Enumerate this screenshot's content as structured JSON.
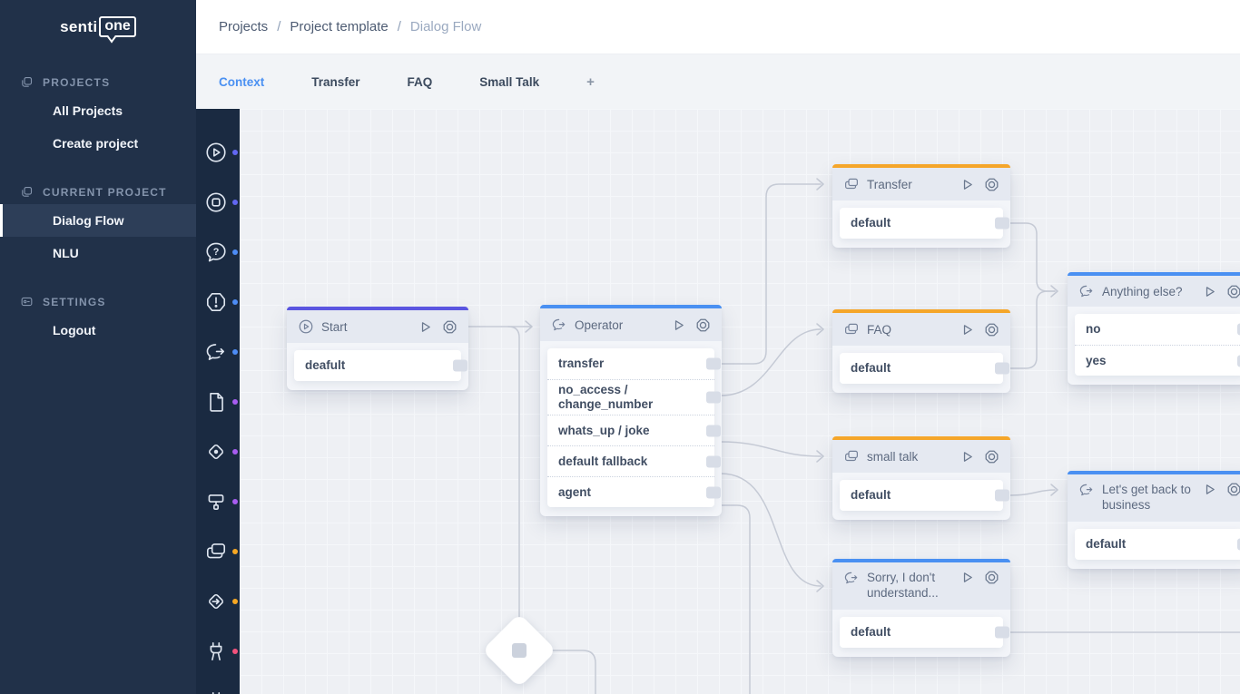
{
  "brand": {
    "logo_text": "senti",
    "logo_badge": "one"
  },
  "breadcrumb": {
    "separator": "/",
    "items": [
      "Projects",
      "Project template",
      "Dialog Flow"
    ]
  },
  "tabs": {
    "items": [
      "Context",
      "Transfer",
      "FAQ",
      "Small Talk"
    ],
    "add_label": "+",
    "active_tab": "Context",
    "active_color": "#4a90f2"
  },
  "sidebar": {
    "sections": [
      {
        "label": "PROJECTS",
        "icon": "projects-icon"
      },
      {
        "label": "CURRENT PROJECT",
        "icon": "current-project-icon"
      },
      {
        "label": "SETTINGS",
        "icon": "settings-icon"
      }
    ],
    "items": {
      "all_projects": "All Projects",
      "create_project": "Create project",
      "dialog_flow": "Dialog Flow",
      "nlu": "NLU",
      "logout": "Logout"
    },
    "active_item": "Dialog Flow"
  },
  "palette": {
    "items": [
      {
        "icon": "play-circle-icon",
        "dot_color": "#6267f2"
      },
      {
        "icon": "stop-circle-icon",
        "dot_color": "#6267f2"
      },
      {
        "icon": "help-bubble-icon",
        "dot_color": "#4d8cf5"
      },
      {
        "icon": "alert-octagon-icon",
        "dot_color": "#4d8cf5"
      },
      {
        "icon": "chat-forward-icon",
        "dot_color": "#4d8cf5"
      },
      {
        "icon": "file-icon",
        "dot_color": "#a85cf0"
      },
      {
        "icon": "decision-diamond-icon",
        "dot_color": "#a85cf0"
      },
      {
        "icon": "paint-roller-icon",
        "dot_color": "#a85cf0"
      },
      {
        "icon": "cards-stack-icon",
        "dot_color": "#f6a723"
      },
      {
        "icon": "diamond-arrow-icon",
        "dot_color": "#f6a723"
      },
      {
        "icon": "plug-icon",
        "dot_color": "#f2527c"
      },
      {
        "icon": "plug-icon",
        "dot_color": "#f2527c"
      }
    ]
  },
  "canvas": {
    "accent_colors": {
      "start": "#5a55e0",
      "message": "#4a90f2",
      "context": "#f5a62a"
    },
    "wire_color": "#c5cad5",
    "nodes": [
      {
        "id": "start",
        "title": "Start",
        "icon": "play-circle-icon",
        "accent": "#5a55e0",
        "outputs": [
          "deafult"
        ]
      },
      {
        "id": "operator",
        "title": "Operator",
        "icon": "chat-forward-icon",
        "accent": "#4a90f2",
        "outputs": [
          "transfer",
          "no_access / change_number",
          "whats_up / joke",
          "default fallback",
          "agent"
        ]
      },
      {
        "id": "transfer",
        "title": "Transfer",
        "icon": "cards-stack-icon",
        "accent": "#f5a62a",
        "outputs": [
          "default"
        ]
      },
      {
        "id": "faq",
        "title": "FAQ",
        "icon": "cards-stack-icon",
        "accent": "#f5a62a",
        "outputs": [
          "default"
        ]
      },
      {
        "id": "small-talk",
        "title": "small talk",
        "icon": "cards-stack-icon",
        "accent": "#f5a62a",
        "outputs": [
          "default"
        ]
      },
      {
        "id": "sorry",
        "title": "Sorry, I don't understand...",
        "icon": "chat-forward-icon",
        "accent": "#4a90f2",
        "outputs": [
          "default"
        ]
      },
      {
        "id": "anything-else",
        "title": "Anything else?",
        "icon": "chat-forward-icon",
        "accent": "#4a90f2",
        "outputs": [
          "no",
          "yes"
        ]
      },
      {
        "id": "lets-get-back",
        "title": "Let's get back to business",
        "icon": "chat-forward-icon",
        "accent": "#4a90f2",
        "outputs": [
          "default"
        ]
      }
    ]
  }
}
